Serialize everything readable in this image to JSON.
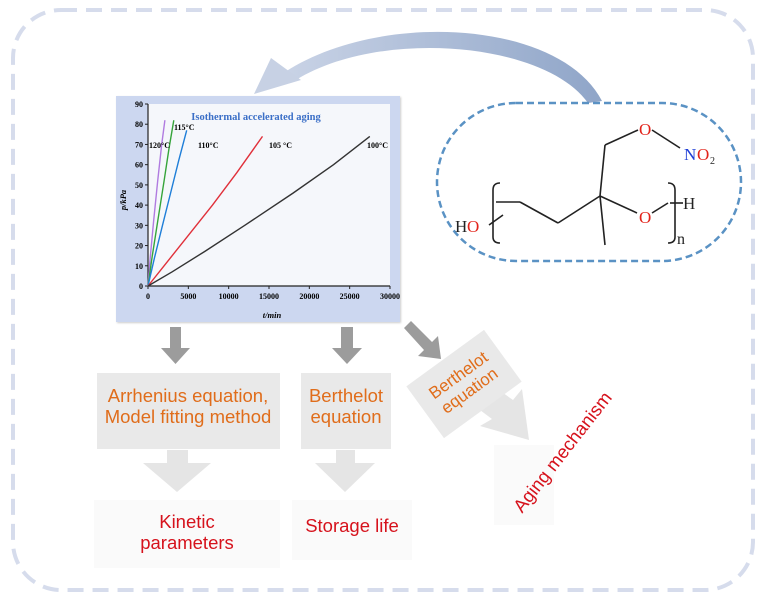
{
  "chart_data": {
    "type": "line",
    "title": "Isothermal accelerated aging",
    "xlabel": "t/min",
    "ylabel": "p/kPa",
    "xlim": [
      0,
      30000
    ],
    "ylim": [
      0,
      90
    ],
    "xticks": [
      "0",
      "5000",
      "10000",
      "15000",
      "20000",
      "25000",
      "30000"
    ],
    "yticks": [
      "0",
      "10",
      "20",
      "30",
      "40",
      "50",
      "60",
      "70",
      "80",
      "90"
    ],
    "series": [
      {
        "name": "120°C",
        "color": "#b07be0",
        "x": [
          0,
          300,
          700,
          1200,
          1700,
          2100
        ],
        "y": [
          0,
          15,
          32,
          52,
          70,
          82
        ]
      },
      {
        "name": "115°C",
        "color": "#35a43a",
        "x": [
          0,
          500,
          1200,
          2000,
          2600,
          3200
        ],
        "y": [
          0,
          14,
          32,
          52,
          68,
          82
        ]
      },
      {
        "name": "110°C",
        "color": "#1e7ed8",
        "x": [
          0,
          800,
          1800,
          2800,
          3800,
          4800
        ],
        "y": [
          0,
          14,
          30,
          46,
          62,
          77
        ]
      },
      {
        "name": "105 °C",
        "color": "#e0303a",
        "x": [
          0,
          2000,
          5000,
          8000,
          11000,
          14200
        ],
        "y": [
          0,
          10,
          25,
          40,
          56,
          74
        ]
      },
      {
        "name": "100°C",
        "color": "#333333",
        "x": [
          0,
          3000,
          7000,
          12000,
          18000,
          23000,
          27500
        ],
        "y": [
          0,
          7,
          17,
          30,
          46,
          60,
          74
        ]
      }
    ]
  },
  "molecule": {
    "atoms": {
      "o_top": "O",
      "n": "N",
      "o2": "O",
      "sub2": "2",
      "h_right": "H",
      "ho_h": "H",
      "ho_o": "O",
      "o_mid": "O",
      "n_sub": "n"
    },
    "colors": {
      "oxygen": "#e2231a",
      "nitrogen": "#1f3fd6",
      "carbon": "#222222"
    }
  },
  "flow": {
    "arrhenius": "Arrhenius equation,\nModel fitting method",
    "berthelot_center": "Berthelot\nequation",
    "berthelot_diag": "Berthelot\nequation",
    "kinetic": "Kinetic\nparameters",
    "storage": "Storage life",
    "aging": "Aging mechanism"
  },
  "colors": {
    "orange": "#e06d1b",
    "red": "#d6121c",
    "frame": "#d6dcec",
    "gray_arrow": "#9c9c9c",
    "curve_arrow": "#9fb2cf"
  }
}
